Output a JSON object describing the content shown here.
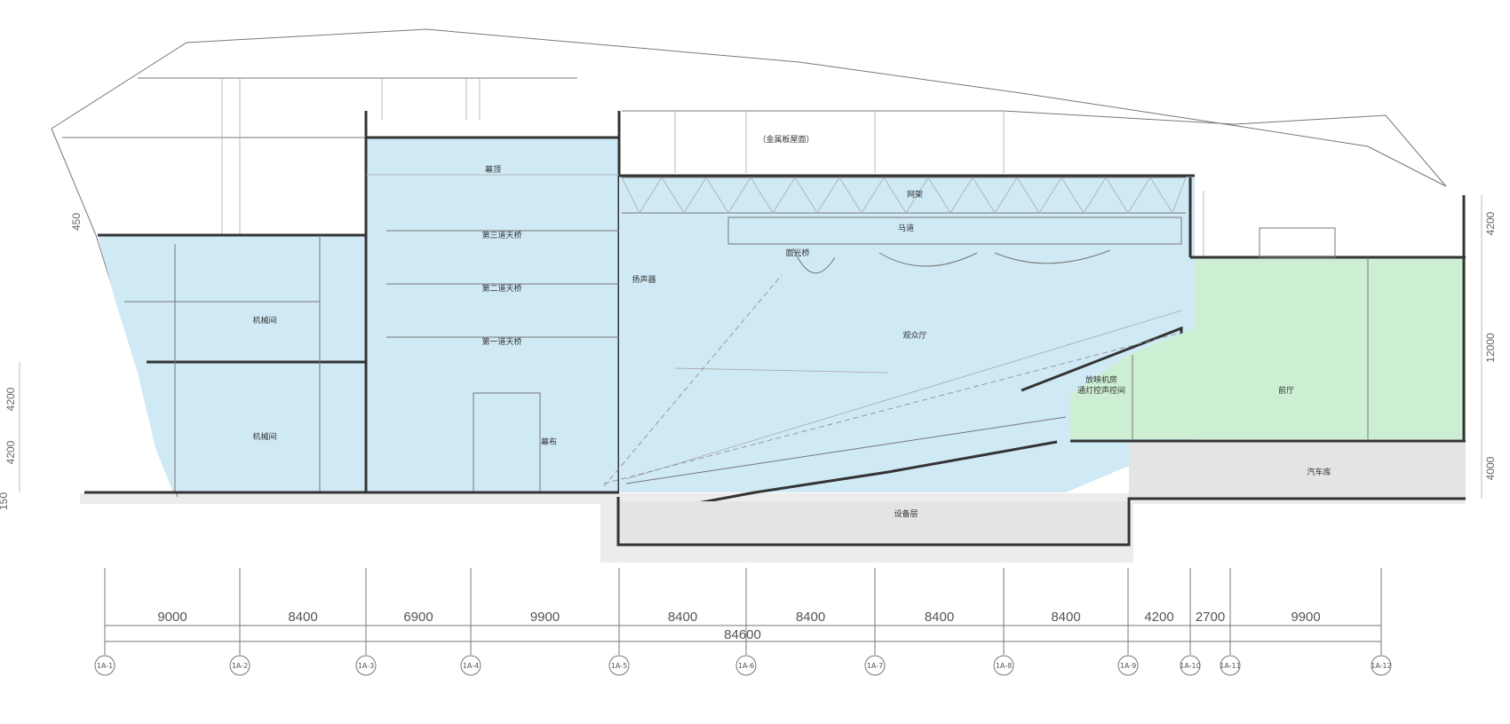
{
  "rooms": {
    "flyloft": "幕顶",
    "gallery3": "第三道天桥",
    "gallery2": "第二道天桥",
    "gallery1": "第一道天桥",
    "machine_upper": "机械间",
    "machine_lower": "机械间",
    "curtain": "幕布",
    "steel_roof": "（金属板屋面）",
    "catwalk": "网架",
    "horse_path": "马道",
    "face_light": "面光桥",
    "speaker": "扬声器",
    "auditorium": "观众厅",
    "projection": "放映机房\n通灯控声控间",
    "lobby": "前厅",
    "garage": "汽车库",
    "equipment": "设备层"
  },
  "dimensions": {
    "spans": [
      "9000",
      "8400",
      "6900",
      "9900",
      "8400",
      "8400",
      "8400",
      "8400",
      "4200",
      "2700",
      "9900"
    ],
    "total": "84600",
    "left_vertical": [
      "450",
      "4200",
      "4200",
      "150"
    ],
    "right_vertical": [
      "4200",
      "12000",
      "4000"
    ]
  },
  "axes": [
    "1A-1",
    "1A-2",
    "1A-3",
    "1A-4",
    "1A-5",
    "1A-6",
    "1A-7",
    "1A-8",
    "1A-9",
    "1A-10",
    "1A-11",
    "1A-12"
  ],
  "colors": {
    "stage_auditorium": "#cfe9f5",
    "lobby": "#ccefd3",
    "service": "#e4e4e4"
  }
}
